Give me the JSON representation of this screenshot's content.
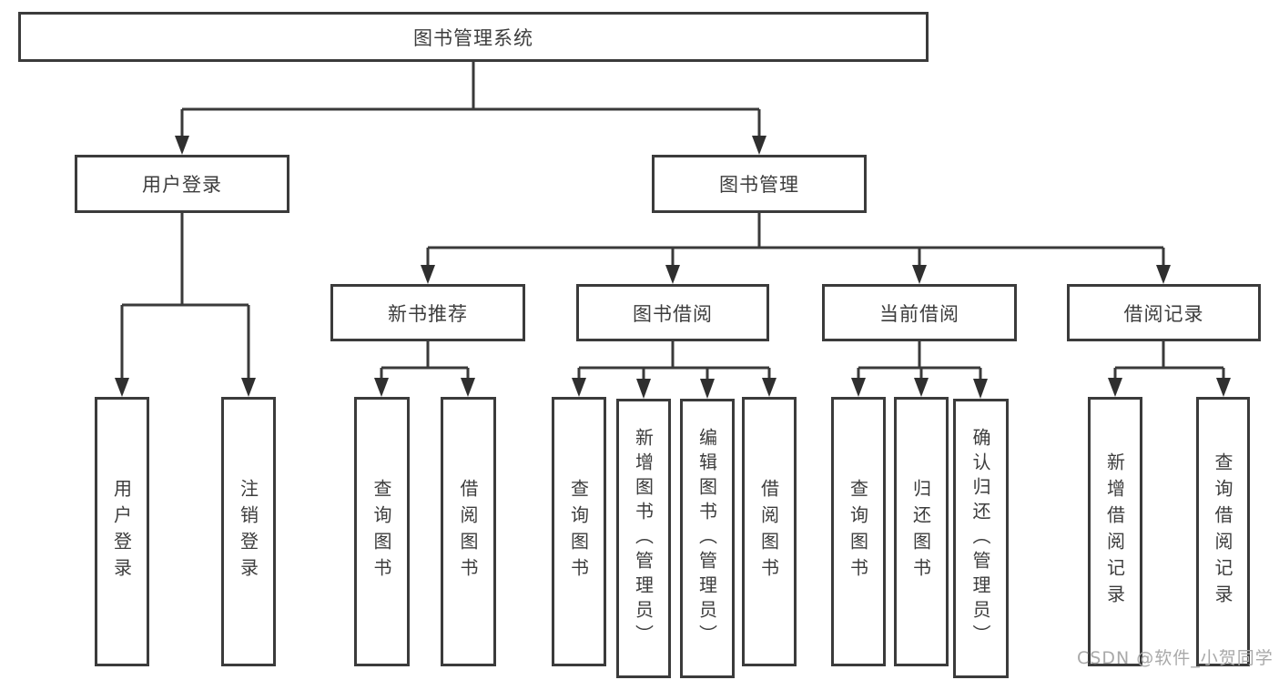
{
  "tree": {
    "root": "图书管理系统",
    "user_login": {
      "label": "用户登录",
      "children": [
        "用户登录",
        "注销登录"
      ]
    },
    "book_mgmt": {
      "label": "图书管理",
      "sections": {
        "new_books": {
          "label": "新书推荐",
          "children": [
            "查询图书",
            "借阅图书"
          ]
        },
        "borrowing": {
          "label": "图书借阅",
          "children": [
            "查询图书",
            "新增图书（管理员）",
            "编辑图书（管理员）",
            "借阅图书"
          ]
        },
        "current": {
          "label": "当前借阅",
          "children": [
            "查询图书",
            "归还图书",
            "确认归还（管理员）"
          ]
        },
        "records": {
          "label": "借阅记录",
          "children": [
            "新增借阅记录",
            "查询借阅记录"
          ]
        }
      }
    }
  },
  "watermark": "CSDN @软件_小贺同学",
  "colors": {
    "line": "#3a3a3a",
    "arrow": "#2f2f2f",
    "box_border": "#3b3b3b",
    "text": "#3d3d3d",
    "watermark": "#a9a9a9"
  }
}
